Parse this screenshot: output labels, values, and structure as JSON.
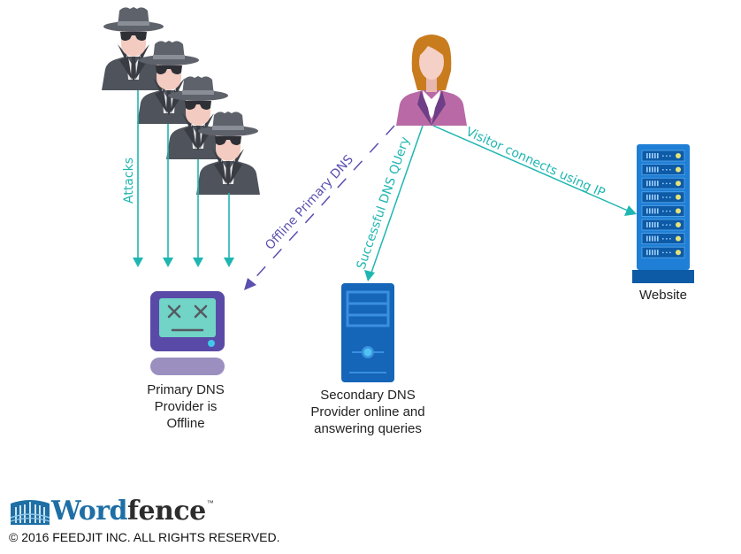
{
  "diagram": {
    "title": "DNS provider outage with secondary DNS",
    "nodes": {
      "attackers": {
        "count": 4,
        "icon": "spy-icon"
      },
      "visitor": {
        "icon": "woman-user-icon"
      },
      "primary_dns": {
        "label_lines": [
          "Primary DNS",
          "Provider is",
          "Offline"
        ],
        "icon": "broken-computer-icon"
      },
      "secondary_dns": {
        "label_lines": [
          "Secondary DNS",
          "Provider online and",
          "answering queries"
        ],
        "icon": "server-tower-icon"
      },
      "website": {
        "label": "Website",
        "icon": "server-rack-icon"
      }
    },
    "edges": {
      "attacks": {
        "label": "Attacks",
        "style": "solid",
        "count": 4
      },
      "offline_primary": {
        "label": "Offline Primary DNS",
        "style": "dashed"
      },
      "successful_query": {
        "label": "Successful DNS QUery",
        "style": "solid"
      },
      "visitor_connects": {
        "label": "Visitor connects using IP",
        "style": "solid"
      }
    }
  },
  "colors": {
    "teal_arrow": "#1fb6b2",
    "purple_arrow": "#5b4fb0",
    "server_blue": "#1565b8",
    "computer_purple": "#5a4aa8",
    "screen_teal": "#72d3c7",
    "brand_blue": "#1d6fa5"
  },
  "footer": {
    "brand_part1": "Word",
    "brand_part2": "fence",
    "trademark": "™",
    "copyright": "© 2016 FEEDJIT INC. ALL RIGHTS RESERVED."
  }
}
